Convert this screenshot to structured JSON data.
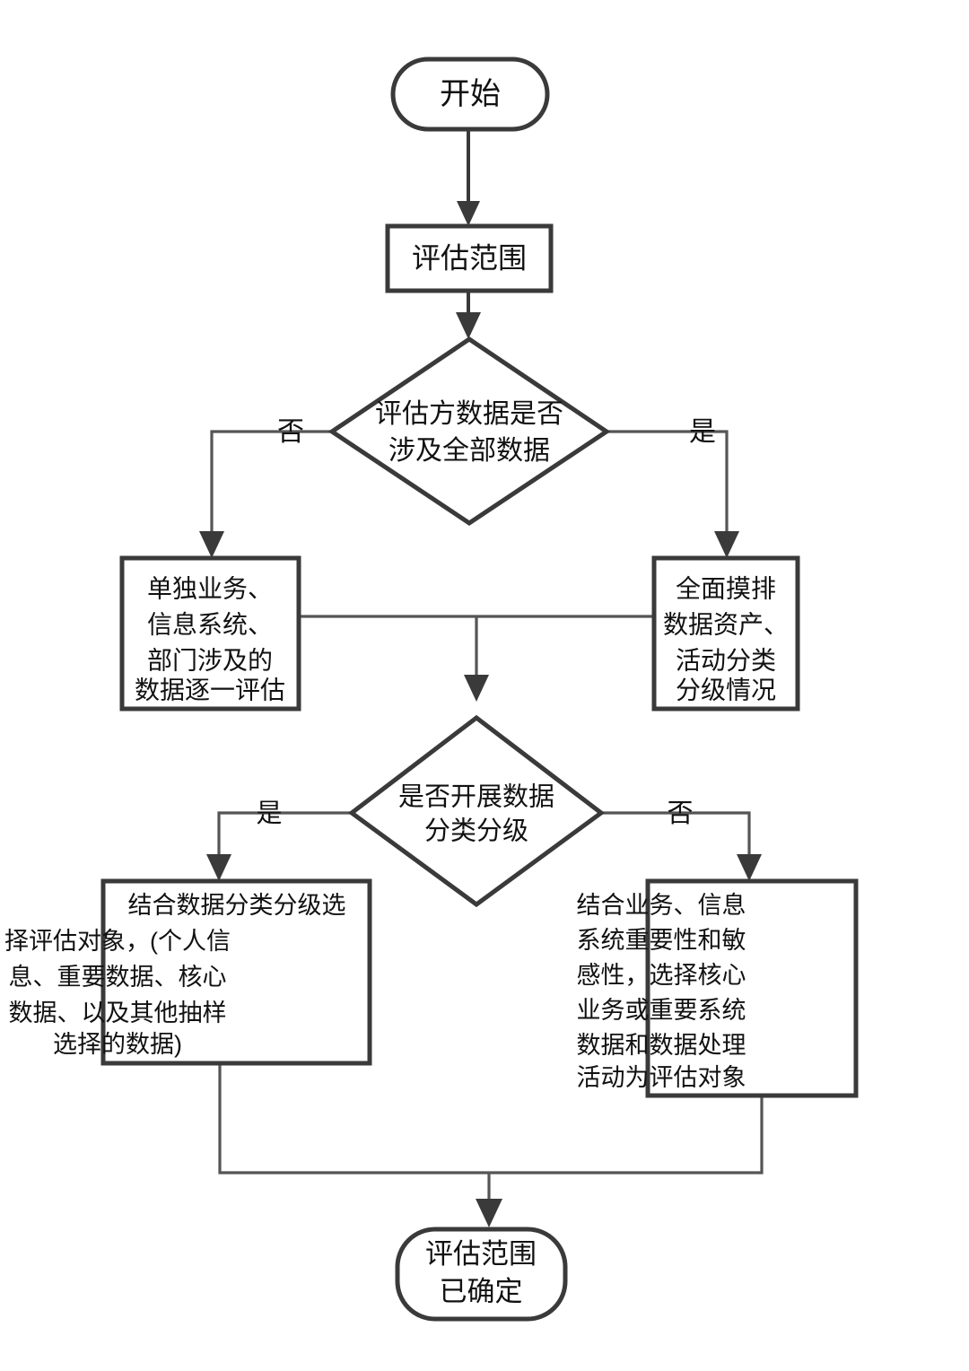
{
  "diagram": {
    "title": "数据安全风险评估范围确定流程图",
    "orientation": "top-to-bottom",
    "colors": {
      "background": "#ffffff",
      "stroke": "#3a3a3a",
      "text": "#111111",
      "fill": "#ffffff"
    },
    "nodes": {
      "start": {
        "shape": "rounded-rectangle",
        "label": "开始",
        "lines": [
          "开始"
        ]
      },
      "scope": {
        "shape": "rectangle",
        "label": "评估范围",
        "lines": [
          "评估范围"
        ]
      },
      "decision_all_data": {
        "shape": "diamond",
        "label": "评估方数据是否涉及全部数据",
        "lines": [
          "评估方数据是否",
          "涉及全部数据"
        ]
      },
      "individual_assessment": {
        "shape": "rectangle",
        "label": "单独业务、信息系统、部门涉及的数据逐一评估",
        "lines": [
          "单独业务、",
          "信息系统、",
          "部门涉及的",
          "数据逐一评估"
        ]
      },
      "full_survey": {
        "shape": "rectangle",
        "label": "全面摸排数据资产、活动分类分级情况",
        "lines": [
          "全面摸排",
          "数据资产、",
          "活动分类",
          "分级情况"
        ]
      },
      "decision_classification": {
        "shape": "diamond",
        "label": "是否开展数据分类分级",
        "lines": [
          "是否开展数据",
          "分类分级"
        ]
      },
      "by_classification": {
        "shape": "rectangle",
        "label": "结合数据分类分级选择评估对象，(个人信息、重要数据、核心数据、以及其他抽样选择的数据)",
        "lines": [
          "结合数据分类分级选",
          "择评估对象，(个人信",
          "息、重要数据、核心",
          "数据、以及其他抽样",
          "选择的数据)"
        ]
      },
      "by_importance": {
        "shape": "rectangle",
        "label": "结合业务、信息系统重要性和敏感性，选择核心业务或重要系统数据和数据处理活动为评估对象",
        "lines": [
          "结合业务、信息",
          "系统重要性和敏",
          "感性，选择核心",
          "业务或重要系统",
          "数据和数据处理",
          "活动为评估对象"
        ]
      },
      "end": {
        "shape": "rounded-rectangle",
        "label": "评估范围已确定",
        "lines": [
          "评估范围",
          "已确定"
        ]
      }
    },
    "edge_labels": {
      "decision_all_data_no": "否",
      "decision_all_data_yes": "是",
      "decision_classification_yes": "是",
      "decision_classification_no": "否"
    },
    "edges": [
      {
        "from": "start",
        "to": "scope",
        "label": ""
      },
      {
        "from": "scope",
        "to": "decision_all_data",
        "label": ""
      },
      {
        "from": "decision_all_data",
        "to": "individual_assessment",
        "label": "否"
      },
      {
        "from": "decision_all_data",
        "to": "full_survey",
        "label": "是"
      },
      {
        "from": "individual_assessment",
        "to": "decision_classification",
        "label": ""
      },
      {
        "from": "full_survey",
        "to": "decision_classification",
        "label": ""
      },
      {
        "from": "decision_classification",
        "to": "by_classification",
        "label": "是"
      },
      {
        "from": "decision_classification",
        "to": "by_importance",
        "label": "否"
      },
      {
        "from": "by_classification",
        "to": "end",
        "label": ""
      },
      {
        "from": "by_importance",
        "to": "end",
        "label": ""
      }
    ]
  }
}
